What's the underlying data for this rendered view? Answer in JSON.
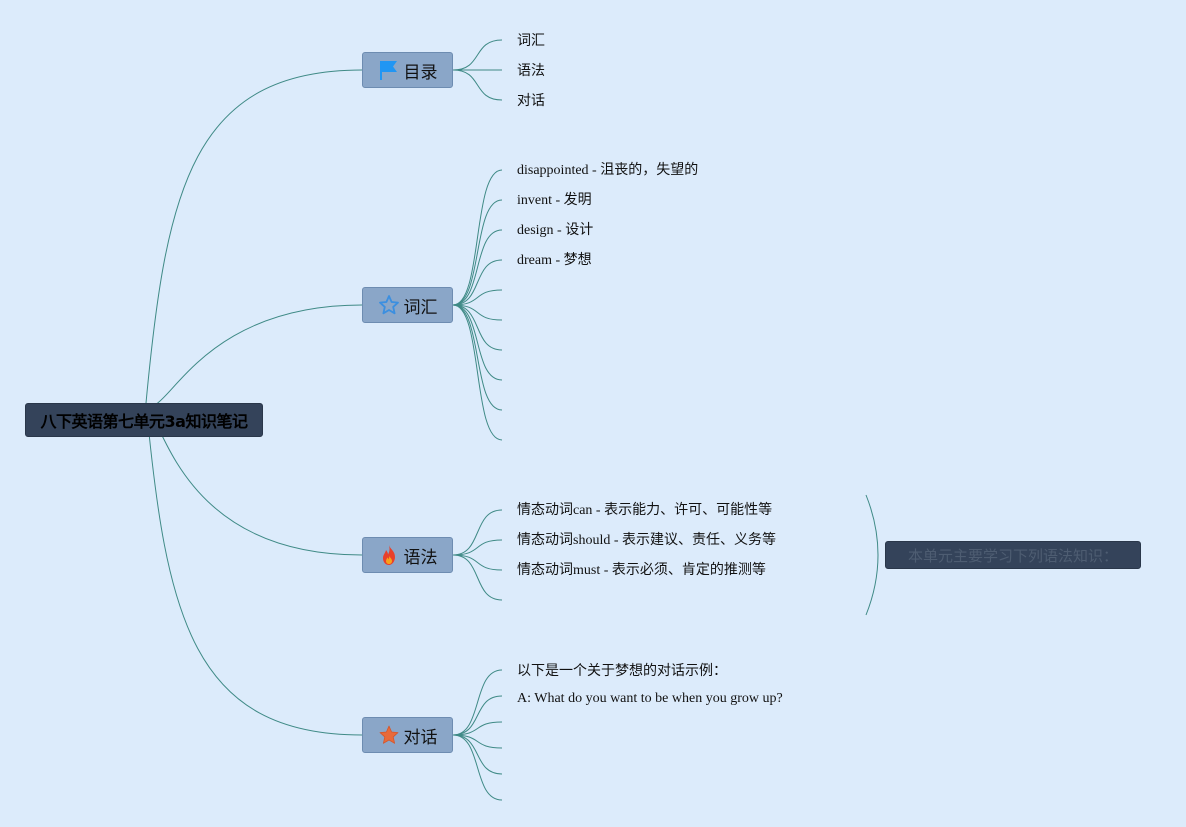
{
  "root": {
    "title": "八下英语第七单元3a知识笔记"
  },
  "branches": [
    {
      "label": "目录",
      "icon": "flag-icon",
      "icon_color": "#2196f3",
      "items": [
        "词汇",
        "语法",
        "对话"
      ],
      "empty_slots": 0
    },
    {
      "label": "词汇",
      "icon": "star-outline-icon",
      "icon_color": "#3b8fe0",
      "items": [
        "disappointed - 沮丧的，失望的",
        "invent - 发明",
        "design - 设计",
        "dream - 梦想"
      ],
      "empty_slots": 6
    },
    {
      "label": "语法",
      "icon": "fire-icon",
      "icon_color": "#e8402a",
      "items": [
        "情态动词can - 表示能力、许可、可能性等",
        "情态动词should - 表示建议、责任、义务等",
        "情态动词must - 表示必须、肯定的推测等"
      ],
      "empty_slots": 1,
      "note": "本单元主要学习下列语法知识："
    },
    {
      "label": "对话",
      "icon": "star-filled-icon",
      "icon_color": "#e86a3a",
      "items": [
        "以下是一个关于梦想的对话示例：",
        "A: What do you want to be when you grow up?"
      ],
      "empty_slots": 4
    }
  ],
  "colors": {
    "background": "#dcebfb",
    "link": "#3f8a86",
    "root_fill": "#34435a",
    "branch_fill": "#8aa6c8"
  }
}
